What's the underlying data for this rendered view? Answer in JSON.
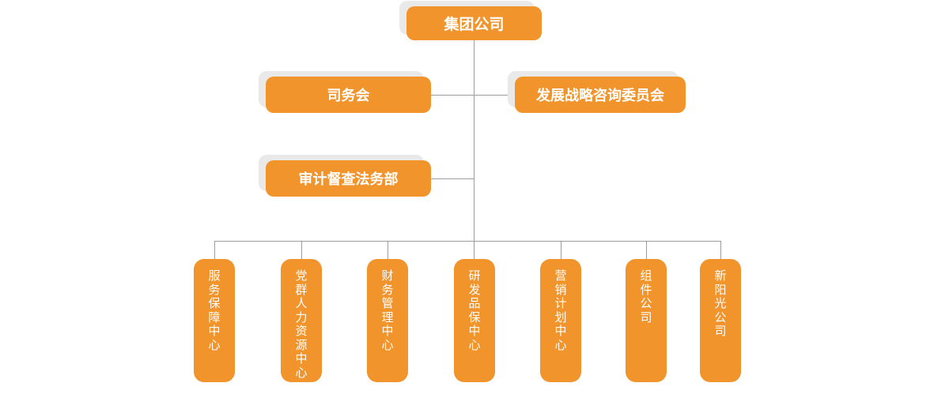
{
  "colors": {
    "accent": "#F2942C",
    "shadow": "#E9E9E9",
    "line": "#9C9C9C",
    "text": "#FFFFFF",
    "background": "#FFFFFF"
  },
  "org": {
    "root": {
      "label": "集团公司"
    },
    "level2": [
      {
        "label": "司务会"
      },
      {
        "label": "发展战略咨询委员会"
      }
    ],
    "level3": [
      {
        "label": "审计督查法务部"
      }
    ],
    "departments": [
      {
        "label": "服务保障中心"
      },
      {
        "label": "党群人力资源中心"
      },
      {
        "label": "财务管理中心"
      },
      {
        "label": "研发品保中心"
      },
      {
        "label": "营销计划中心"
      },
      {
        "label": "组件公司"
      },
      {
        "label": "新阳光公司"
      }
    ]
  }
}
